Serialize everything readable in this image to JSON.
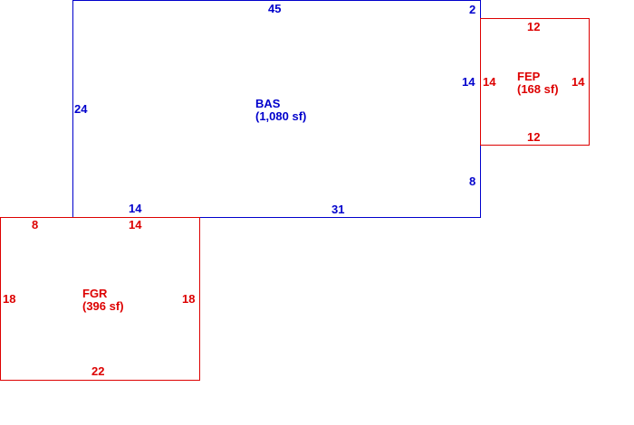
{
  "colors": {
    "main_structure": "#0000cc",
    "secondary_structure": "#dd0000",
    "background": "#ffffff"
  },
  "areas": [
    {
      "code": "BAS",
      "area": "(1,080 sf)",
      "dimensions": {
        "top": "45",
        "top_right_jog": "2",
        "left": "24",
        "right_at_porch": "14",
        "right_lower": "8",
        "bottom_at_garage": "14",
        "bottom": "31"
      }
    },
    {
      "code": "FEP",
      "area": "(168 sf)",
      "dimensions": {
        "top": "12",
        "left": "14",
        "right": "14",
        "bottom": "12"
      }
    },
    {
      "code": "FGR",
      "area": "(396 sf)",
      "dimensions": {
        "top_left": "8",
        "top_right": "14",
        "left": "18",
        "right": "18",
        "bottom": "22"
      }
    }
  ]
}
